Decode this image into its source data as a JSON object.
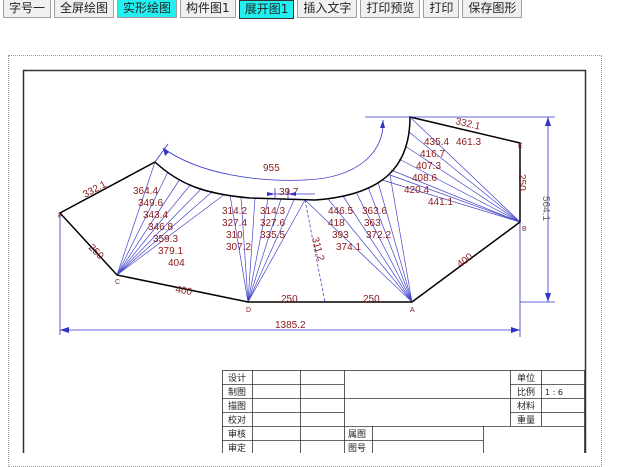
{
  "toolbar": {
    "buttons": [
      {
        "label": "字号一"
      },
      {
        "label": "全屏绘图"
      },
      {
        "label": "实形绘图"
      },
      {
        "label": "构件图1"
      },
      {
        "label": "展开图1"
      },
      {
        "label": "插入文字"
      },
      {
        "label": "打印预览"
      },
      {
        "label": "打印"
      },
      {
        "label": "保存图形"
      }
    ]
  },
  "colors": {
    "highlight": "#22f0f0",
    "dimension": "#3333cc",
    "label": "#8a1a1a",
    "outline": "#000000"
  },
  "drawing": {
    "points": {
      "C": "C",
      "D": "D",
      "A": "A",
      "B": "B",
      "E": "E",
      "F": "F"
    },
    "edges": {
      "left_top": "332.1",
      "left_side": "250",
      "c_d": "400",
      "d_mid": "250",
      "mid_a": "250",
      "a_b": "400",
      "b_e": "250",
      "right_top": "332.1"
    },
    "dims": {
      "arc": "955",
      "gap": "39.7",
      "width": "1385.2",
      "height": "564.1",
      "dashed": "311.2"
    },
    "fan_c": [
      "364.4",
      "349.6",
      "343.4",
      "346.8",
      "359.3",
      "379.1",
      "404"
    ],
    "fan_d": [
      "314.2",
      "327.4",
      "310",
      "307.2",
      "314.3",
      "327.6",
      "335.5"
    ],
    "fan_a": [
      "446.5",
      "418",
      "393",
      "374.1",
      "363.6",
      "363",
      "372.2"
    ],
    "fan_b": [
      "435.4",
      "461.3",
      "416.7",
      "407.3",
      "408.6",
      "420.4",
      "441.1"
    ]
  },
  "title_block": {
    "left_labels": [
      "设计",
      "制图",
      "描图",
      "校对",
      "审核",
      "审定"
    ],
    "right_labels": [
      "单位",
      "比例",
      "材料",
      "重量"
    ],
    "scale_value": "1 : 6",
    "mid_labels": [
      "属图",
      "图号"
    ]
  }
}
